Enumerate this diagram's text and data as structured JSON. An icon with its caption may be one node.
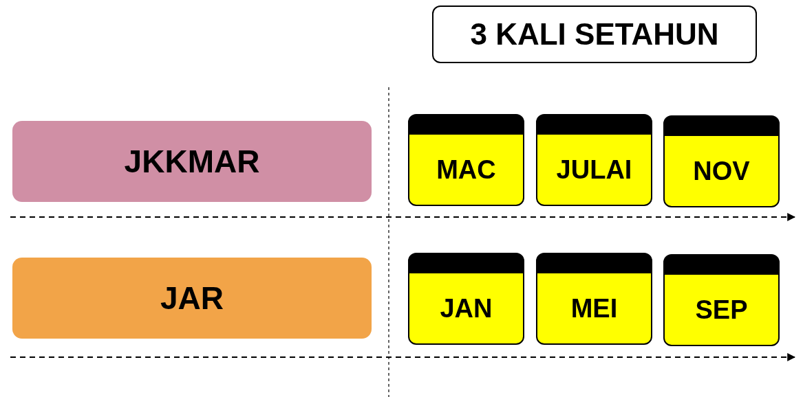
{
  "diagram": {
    "nodes": [
      {
        "text": [
          "3 KALI SETAHUN"
        ]
      },
      {
        "text": [
          "JKKMAR"
        ]
      },
      {
        "text": [
          "MAC"
        ]
      },
      {
        "text": [
          "JULAI"
        ]
      },
      {
        "text": [
          "NOV"
        ]
      },
      {
        "text": [
          "JAR"
        ]
      },
      {
        "text": [
          "JAN"
        ]
      },
      {
        "text": [
          "MEI"
        ]
      },
      {
        "text": [
          "SEP"
        ]
      }
    ]
  }
}
